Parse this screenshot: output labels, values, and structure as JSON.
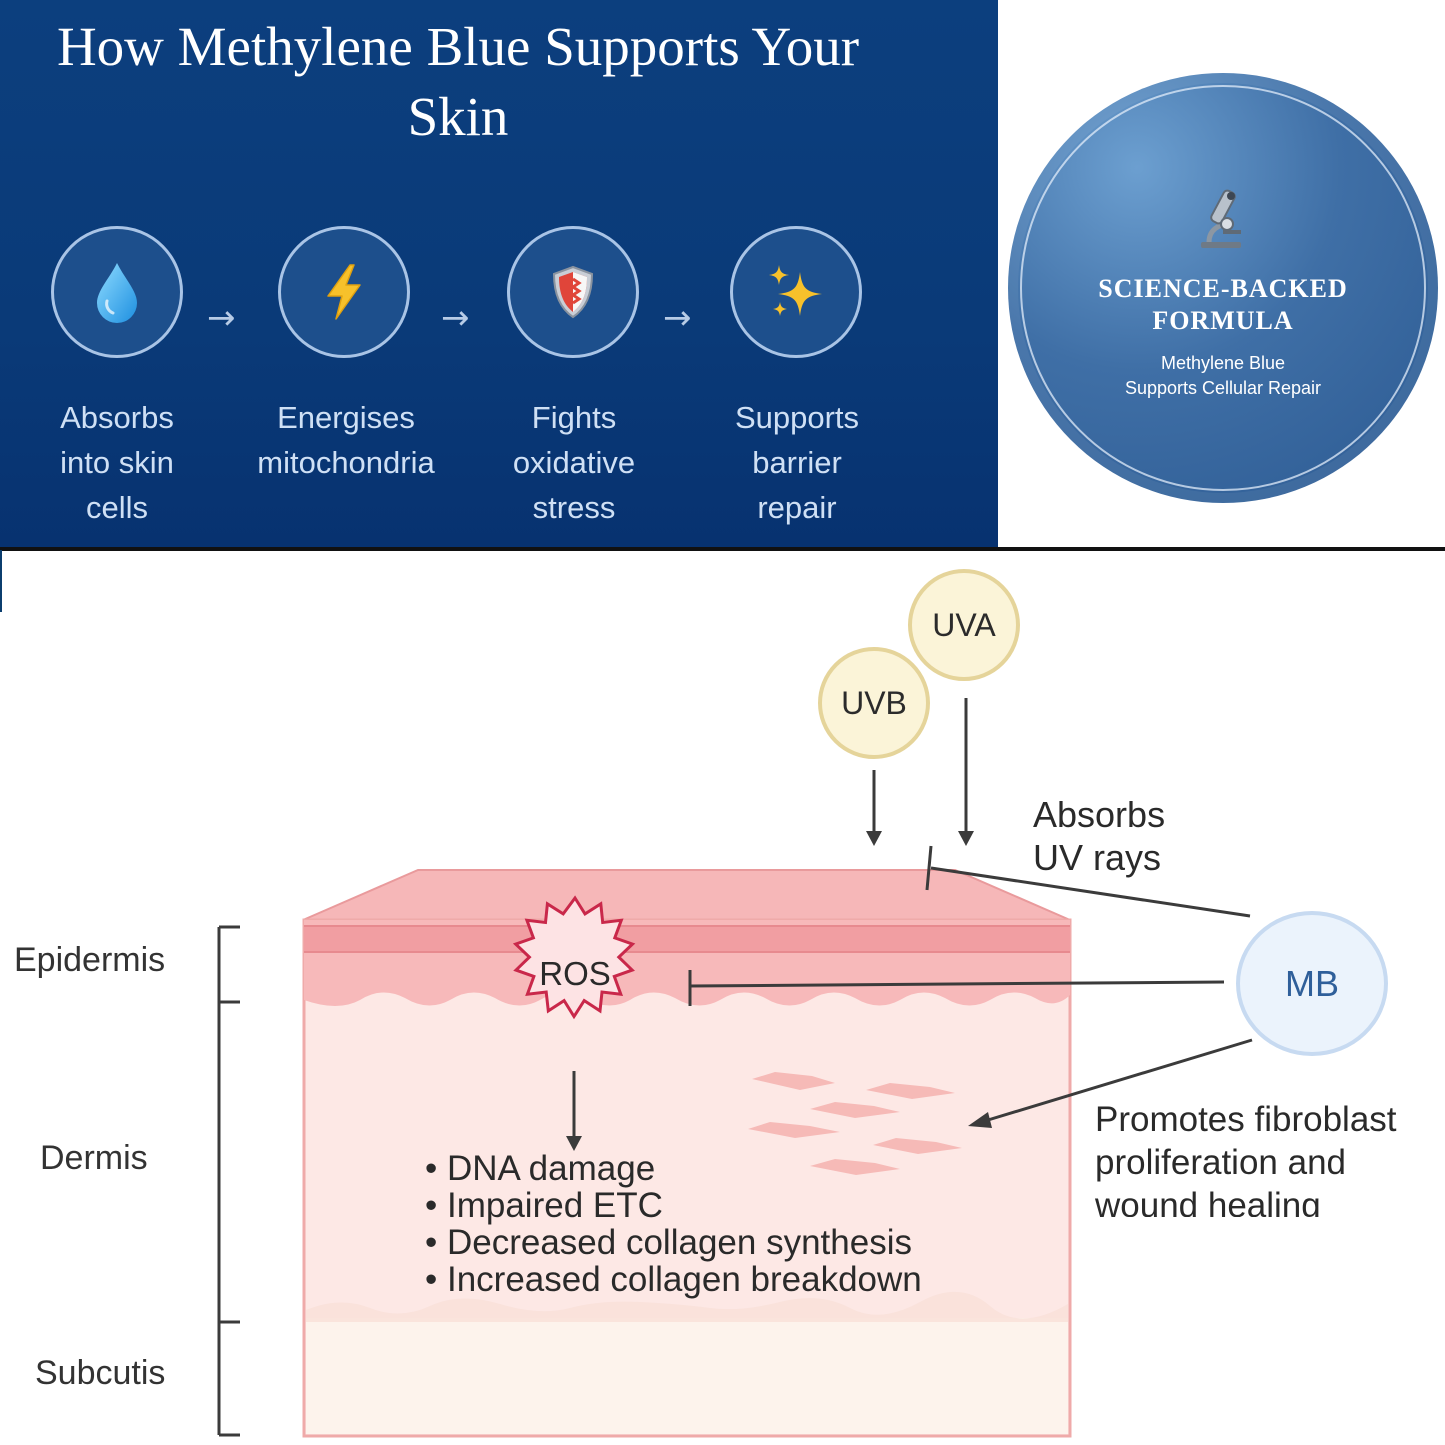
{
  "banner": {
    "title": "How Methylene Blue Supports Your\nSkin",
    "steps": [
      {
        "icon": "water-drop-icon",
        "label": "Absorbs\ninto skin\ncells"
      },
      {
        "icon": "lightning-icon",
        "label": "Energises\nmitochondria"
      },
      {
        "icon": "shield-icon",
        "label": "Fights\noxidative\nstress"
      },
      {
        "icon": "sparkles-icon",
        "label": "Supports\nbarrier\nrepair"
      }
    ],
    "arrow": "→"
  },
  "badge": {
    "icon": "microscope-icon",
    "title": "SCIENCE-BACKED\nFORMULA",
    "subtitle": "Methylene Blue\nSupports Cellular Repair"
  },
  "diagram": {
    "layers": [
      "Epidermis",
      "Dermis",
      "Subcutis"
    ],
    "rays": [
      "UVA",
      "UVB"
    ],
    "mb_label": "MB",
    "ros_label": "ROS",
    "absorbs_note": "Absorbs\nUV rays",
    "fibroblast_note": "Promotes fibroblast\nproliferation and\nwound healing",
    "ros_effects": [
      "DNA damage",
      "Impaired ETC",
      "Decreased collagen synthesis",
      "Increased collagen breakdown"
    ]
  },
  "colors": {
    "banner_bg": "#0c3f7e",
    "badge_bg": "#3f6fa6",
    "skin_epidermis": "#f5a9ab",
    "skin_dermis": "#fde7e4",
    "skin_subcutis": "#fdf1ea"
  }
}
